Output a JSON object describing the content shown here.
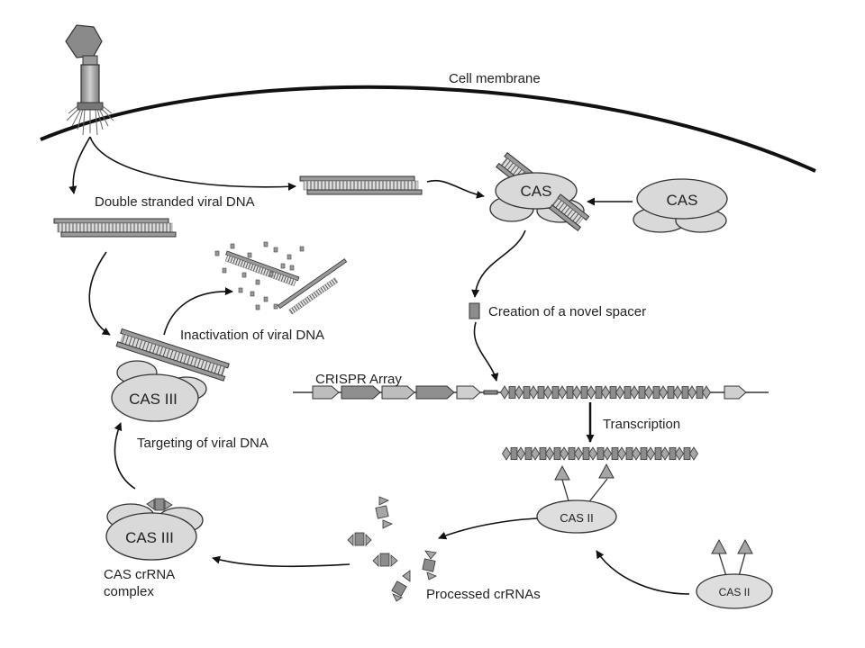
{
  "diagram": {
    "labels": {
      "cell_membrane": "Cell membrane",
      "double_stranded_viral_dna": "Double stranded viral DNA",
      "inactivation": "Inactivation of viral DNA",
      "novel_spacer": "Creation of a novel spacer",
      "crispr_array": "CRISPR Array",
      "transcription": "Transcription",
      "targeting": "Targeting of viral DNA",
      "processed_crrnas": "Processed crRNAs",
      "cas_crrna_complex_line1": "CAS crRNA",
      "cas_crrna_complex_line2": "complex"
    },
    "proteins": {
      "cas": "CAS",
      "cas_free": "CAS",
      "cas_iii_targeting": "CAS III",
      "cas_iii_complex": "CAS III",
      "cas_ii_bound": "CAS II",
      "cas_ii_free": "CAS II"
    }
  },
  "colors": {
    "line": "#111111",
    "fill_light": "#d9d9d9",
    "fill_mid": "#a8a8a8",
    "fill_dark": "#8c8c8c"
  }
}
